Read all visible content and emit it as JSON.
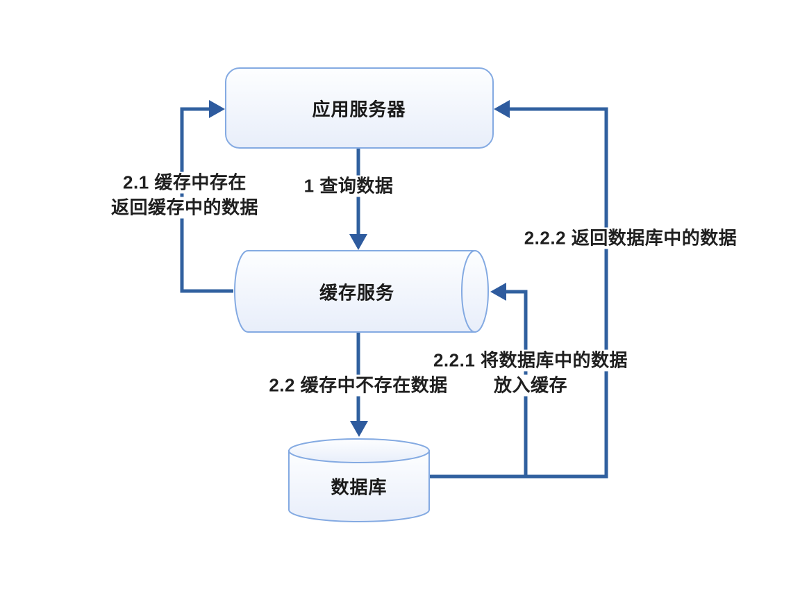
{
  "diagram": {
    "type": "flowchart",
    "description": "cache-aside read flow",
    "nodes": [
      {
        "id": "app-server",
        "shape": "rounded-rectangle",
        "label": "应用服务器"
      },
      {
        "id": "cache-service",
        "shape": "horizontal-cylinder",
        "label": "缓存服务"
      },
      {
        "id": "database",
        "shape": "cylinder",
        "label": "数据库"
      }
    ],
    "edges": [
      {
        "id": "query-data",
        "from": "app-server",
        "to": "cache-service",
        "lines": [
          "1 查询数据"
        ]
      },
      {
        "id": "cache-hit-return",
        "from": "cache-service",
        "to": "app-server",
        "lines": [
          "2.1 缓存中存在",
          "返回缓存中的数据"
        ]
      },
      {
        "id": "cache-miss",
        "from": "cache-service",
        "to": "database",
        "lines": [
          "2.2 缓存中不存在数据"
        ]
      },
      {
        "id": "put-into-cache",
        "from": "database",
        "to": "cache-service",
        "lines": [
          "2.2.1 将数据库中的数据",
          "放入缓存"
        ]
      },
      {
        "id": "return-db-data",
        "from": "database",
        "to": "app-server",
        "lines": [
          "2.2.2 返回数据库中的数据"
        ]
      }
    ],
    "colors": {
      "connector": "#30609F",
      "arrowhead": "#2E5B9E",
      "node_border": "#84AAE2",
      "node_fill_top": "#FDFEFF",
      "node_fill_bottom": "#E8EEFA",
      "text": "#1A1A1A",
      "background": "#FFFFFF"
    }
  }
}
